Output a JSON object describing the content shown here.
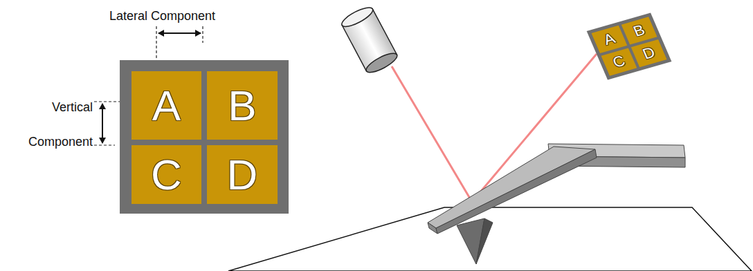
{
  "diagram": {
    "nodes": [
      {
        "text": [
          "A"
        ]
      },
      {
        "text": [
          "B"
        ]
      },
      {
        "text": [
          "C"
        ]
      },
      {
        "text": [
          "D"
        ]
      },
      {
        "text": [
          "A"
        ]
      },
      {
        "text": [
          "B"
        ]
      },
      {
        "text": [
          "C"
        ]
      },
      {
        "text": [
          "D"
        ]
      }
    ],
    "labels": [
      "Lateral Component",
      "Vertical Component"
    ]
  }
}
